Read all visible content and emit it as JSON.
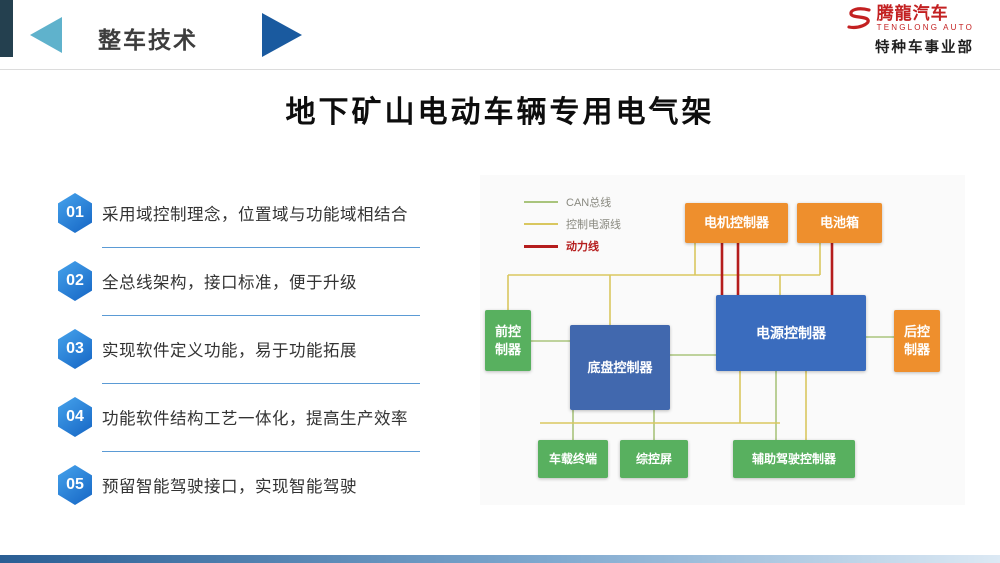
{
  "header": {
    "title": "整车技术",
    "logo": {
      "brand": "腾龍汽车",
      "brand_en": "TENGLONG AUTO",
      "department": "特种车事业部",
      "brand_color": "#c32021"
    }
  },
  "slide": {
    "title": "地下矿山电动车辆专用电气架"
  },
  "list": {
    "items": [
      {
        "num": "01",
        "text": "采用域控制理念，位置域与功能域相结合"
      },
      {
        "num": "02",
        "text": "全总线架构，接口标准，便于升级"
      },
      {
        "num": "03",
        "text": "实现软件定义功能，易于功能拓展"
      },
      {
        "num": "04",
        "text": "功能软件结构工艺一体化，提高生产效率"
      },
      {
        "num": "05",
        "text": "预留智能驾驶接口，实现智能驾驶"
      }
    ],
    "badge_color": "#1e78d7",
    "underline_color": "#5b9bd5"
  },
  "diagram": {
    "legend": [
      {
        "label": "CAN总线",
        "color": "#a9c47c"
      },
      {
        "label": "控制电源线",
        "color": "#d9c75f"
      },
      {
        "label": "动力线",
        "color": "#b51d1d"
      }
    ],
    "nodes": [
      {
        "id": "motor-controller",
        "label": "电机控制器",
        "color": "#ee8f2d"
      },
      {
        "id": "battery-box",
        "label": "电池箱",
        "color": "#ee8f2d"
      },
      {
        "id": "power-controller",
        "label": "电源控制器",
        "color": "#3a6cbe"
      },
      {
        "id": "front-controller",
        "label": "前控制器",
        "color": "#58b05f"
      },
      {
        "id": "chassis-controller",
        "label": "底盘控制器",
        "color": "#4168ae"
      },
      {
        "id": "rear-controller",
        "label": "后控制器",
        "color": "#ee8f2d"
      },
      {
        "id": "vehicle-terminal",
        "label": "车载终端",
        "color": "#58b05f"
      },
      {
        "id": "control-screen",
        "label": "综控屏",
        "color": "#58b05f"
      },
      {
        "id": "adas-controller",
        "label": "辅助驾驶控制器",
        "color": "#58b05f"
      }
    ]
  }
}
